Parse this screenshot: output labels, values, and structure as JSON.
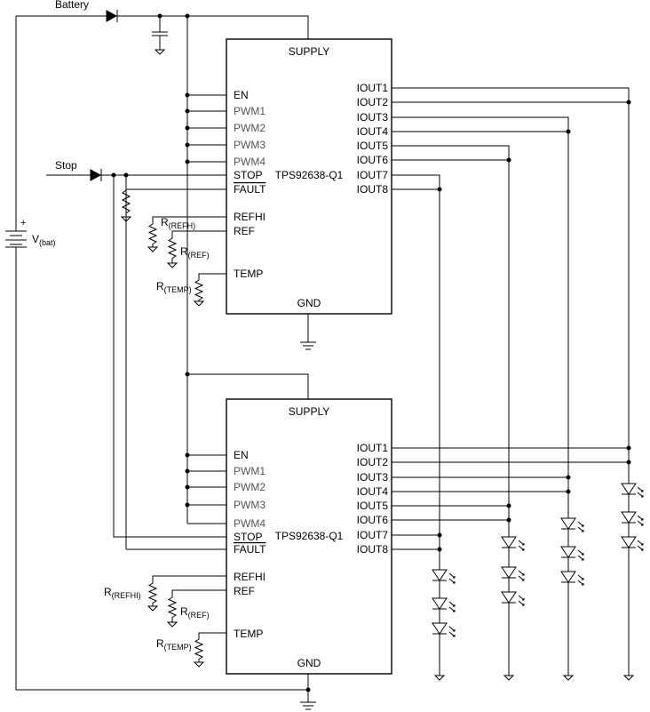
{
  "labels": {
    "battery": "Battery",
    "stop": "Stop",
    "vbat_main": "V",
    "vbat_sub": "(bat)",
    "plus": "+"
  },
  "chips": [
    {
      "supply": "SUPPLY",
      "name": "TPS92638-Q1",
      "gnd": "GND",
      "en": "EN",
      "pwm": [
        "PWM1",
        "PWM2",
        "PWM3",
        "PWM4"
      ],
      "stop": "STOP",
      "fault": "FAULT",
      "refhi": "REFHI",
      "ref": "REF",
      "temp": "TEMP",
      "iout": [
        "IOUT1",
        "IOUT2",
        "IOUT3",
        "IOUT4",
        "IOUT5",
        "IOUT6",
        "IOUT7",
        "IOUT8"
      ]
    },
    {
      "supply": "SUPPLY",
      "name": "TPS92638-Q1",
      "gnd": "GND",
      "en": "EN",
      "pwm": [
        "PWM1",
        "PWM2",
        "PWM3",
        "PWM4"
      ],
      "stop": "STOP",
      "fault": "FAULT",
      "refhi": "REFHI",
      "ref": "REF",
      "temp": "TEMP",
      "iout": [
        "IOUT1",
        "IOUT2",
        "IOUT3",
        "IOUT4",
        "IOUT5",
        "IOUT6",
        "IOUT7",
        "IOUT8"
      ]
    }
  ],
  "resistors": {
    "chip1": [
      {
        "main": "R",
        "sub": "(REFH)"
      },
      {
        "main": "R",
        "sub": "(REF)"
      },
      {
        "main": "R",
        "sub": "(TEMP)"
      }
    ],
    "chip2": [
      {
        "main": "R",
        "sub": "(REFHI)"
      },
      {
        "main": "R",
        "sub": "(REF)"
      },
      {
        "main": "R",
        "sub": "(TEMP)"
      }
    ]
  }
}
